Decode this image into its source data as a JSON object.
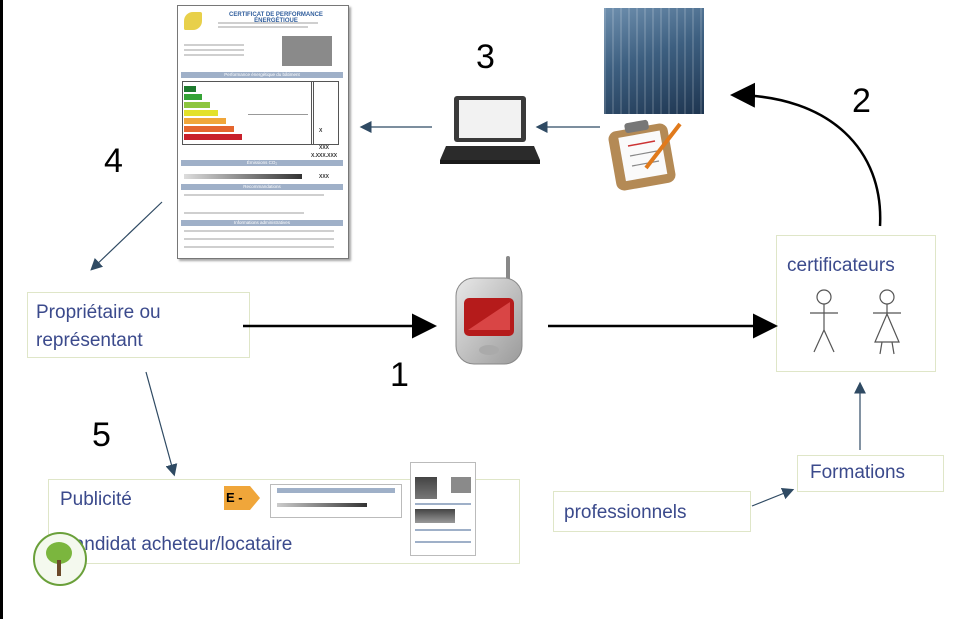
{
  "steps": {
    "s1": "1",
    "s2": "2",
    "s3": "3",
    "s4": "4",
    "s5": "5"
  },
  "owner": {
    "line1": "Propriétaire ou",
    "line2": "représentant"
  },
  "certifiers": {
    "label": "certificateurs"
  },
  "training": {
    "label": "Formations"
  },
  "professionals": {
    "label": "professionnels"
  },
  "ad": {
    "publicity": "Publicité",
    "candidate": "Candidat acheteur/locataire",
    "energy_badge": "E -"
  },
  "certificate": {
    "title_line1": "CERTIFICAT DE PERFORMANCE ÉNERGÉTIQUE",
    "section1": "Performance énergétique du bâtiment",
    "section2": "Émissions CO₂",
    "section3": "Recommandations",
    "section4": "Informations administratives",
    "value_x": "X",
    "value_xxx1": "XXX",
    "value_xxx2": "X.XXX.XXX",
    "value_xxx3": "XXX"
  },
  "colors": {
    "arrow": "#2f4a63",
    "text": "#3b4a8c",
    "box_border": "#dfe6c8"
  },
  "icons": [
    "laptop-icon",
    "building-photo",
    "clipboard-icon",
    "mobile-phone-icon",
    "male-person-icon",
    "female-person-icon",
    "tree-logo-icon"
  ]
}
